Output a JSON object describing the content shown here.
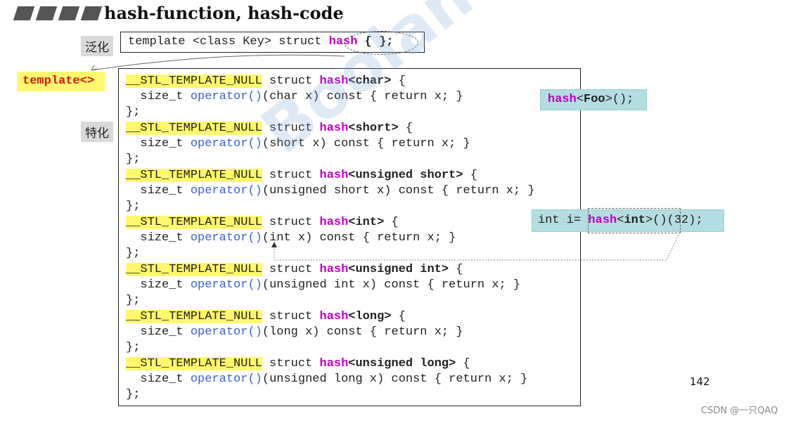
{
  "title": "hash-function, hash-code",
  "labels": {
    "generic": "泛化",
    "specialized": "特化"
  },
  "template_tag": "template<>",
  "generic_code": {
    "prefix": "template <class Key> struct ",
    "hash": "hash",
    "suffix": " { };"
  },
  "macro": "__STL_TEMPLATE_NULL",
  "struct_kw": "struct",
  "hash_kw": "hash",
  "specializations": [
    {
      "type": "char",
      "arg": "char x"
    },
    {
      "type": "short",
      "arg": "short x"
    },
    {
      "type": "unsigned short",
      "arg": "unsigned short x"
    },
    {
      "type": "int",
      "arg": "int x"
    },
    {
      "type": "unsigned int",
      "arg": "unsigned int x"
    },
    {
      "type": "long",
      "arg": "long x"
    },
    {
      "type": "unsigned long",
      "arg": "unsigned long x"
    }
  ],
  "body": {
    "size_t": "size_t ",
    "operator": "operator()",
    "const_return": " const { return x; }",
    "close": "};"
  },
  "side_foo": {
    "hash": "hash",
    "lt": "<",
    "type": "Foo",
    "rest": ">();"
  },
  "side_int": {
    "prefix": "int i= ",
    "hash": "hash",
    "lt": "<",
    "type": "int",
    "rest": ">()(32);"
  },
  "page_number": "142",
  "footer": "CSDN @一只QAQ",
  "watermark": "Boolan 博览网",
  "colors": {
    "keyword": "#c000c0",
    "operator": "#3a63c9",
    "highlight": "#fff86e",
    "side_box": "#b3dde0"
  }
}
